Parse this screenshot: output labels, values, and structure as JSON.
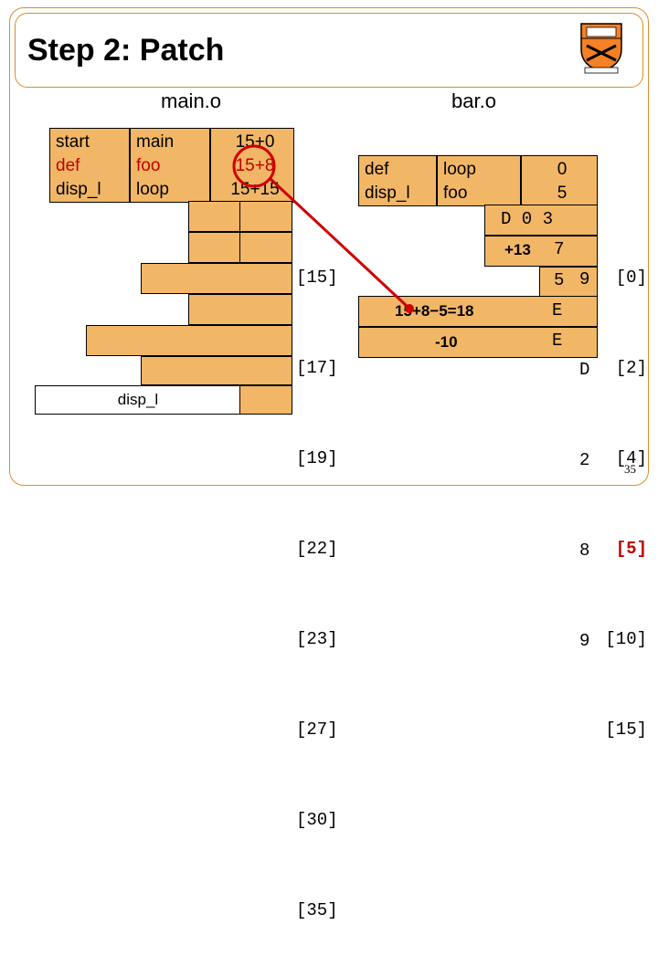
{
  "slide": {
    "title": "Step 2: Patch",
    "page_number": "35",
    "colors": {
      "accent": "#d98e2b",
      "fill": "#f2b766",
      "arrow": "#d00000"
    }
  },
  "main_o": {
    "label": "main.o",
    "table_col1": [
      "start",
      "def",
      "disp_l"
    ],
    "table_col2": [
      "main",
      "foo",
      "loop"
    ],
    "table_col3": [
      "15+0",
      "15+8",
      "15+15"
    ],
    "block_label": "disp_l"
  },
  "addresses": [
    "[15]",
    "[17]",
    "[19]",
    "[22]",
    "[23]",
    "[27]",
    "[30]",
    "[35]"
  ],
  "bar_o": {
    "label": "bar.o",
    "table_col1": [
      "def",
      "disp_l"
    ],
    "table_col2": [
      "loop",
      "foo"
    ],
    "table_col3": [
      "0",
      "5"
    ],
    "instr_row1": "D 0 3",
    "instr_row2_left": "+13",
    "instr_row2_right": "7",
    "instr_row3": "5",
    "patch_expr": "15+8−5=18",
    "patch_bytes_right": "E",
    "minus10_label": "-10",
    "instr_row5": "E"
  },
  "right_column": {
    "col_a": [
      "9",
      "D",
      "2",
      "8",
      "9"
    ],
    "col_b": [
      "[0]",
      "[2]",
      "[4]",
      "[5]",
      "[10]",
      "[15]"
    ]
  }
}
